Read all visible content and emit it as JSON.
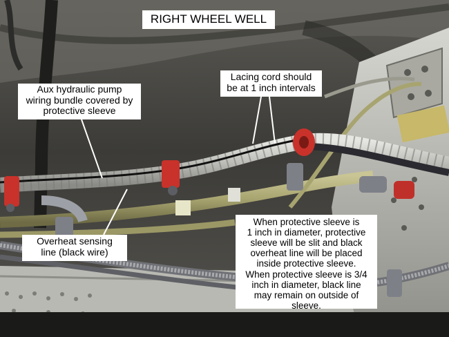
{
  "photo": {
    "title": "RIGHT WHEEL WELL",
    "callouts": {
      "lacing": [
        "Lacing cord should",
        "be at 1 inch intervals"
      ],
      "aux_hydraulic": [
        "Aux hydraulic pump",
        "wiring bundle covered by",
        "protective sleeve"
      ],
      "overheat": [
        "Overheat sensing",
        "line (black wire)"
      ],
      "sleeve_rule": [
        "When protective sleeve is",
        "1 inch in diameter, protective",
        "sleeve will be slit and black",
        "overheat line will be placed",
        "inside protective sleeve.",
        "When protective sleeve is 3/4",
        "inch in diameter, black line",
        "may remain on outside of",
        "sleeve."
      ]
    },
    "colors": {
      "label_background": "#ffffff",
      "clamp_red": "#c8322a",
      "tube_olive": "#a8a470",
      "metal_gray": "#b8b8b2"
    }
  }
}
